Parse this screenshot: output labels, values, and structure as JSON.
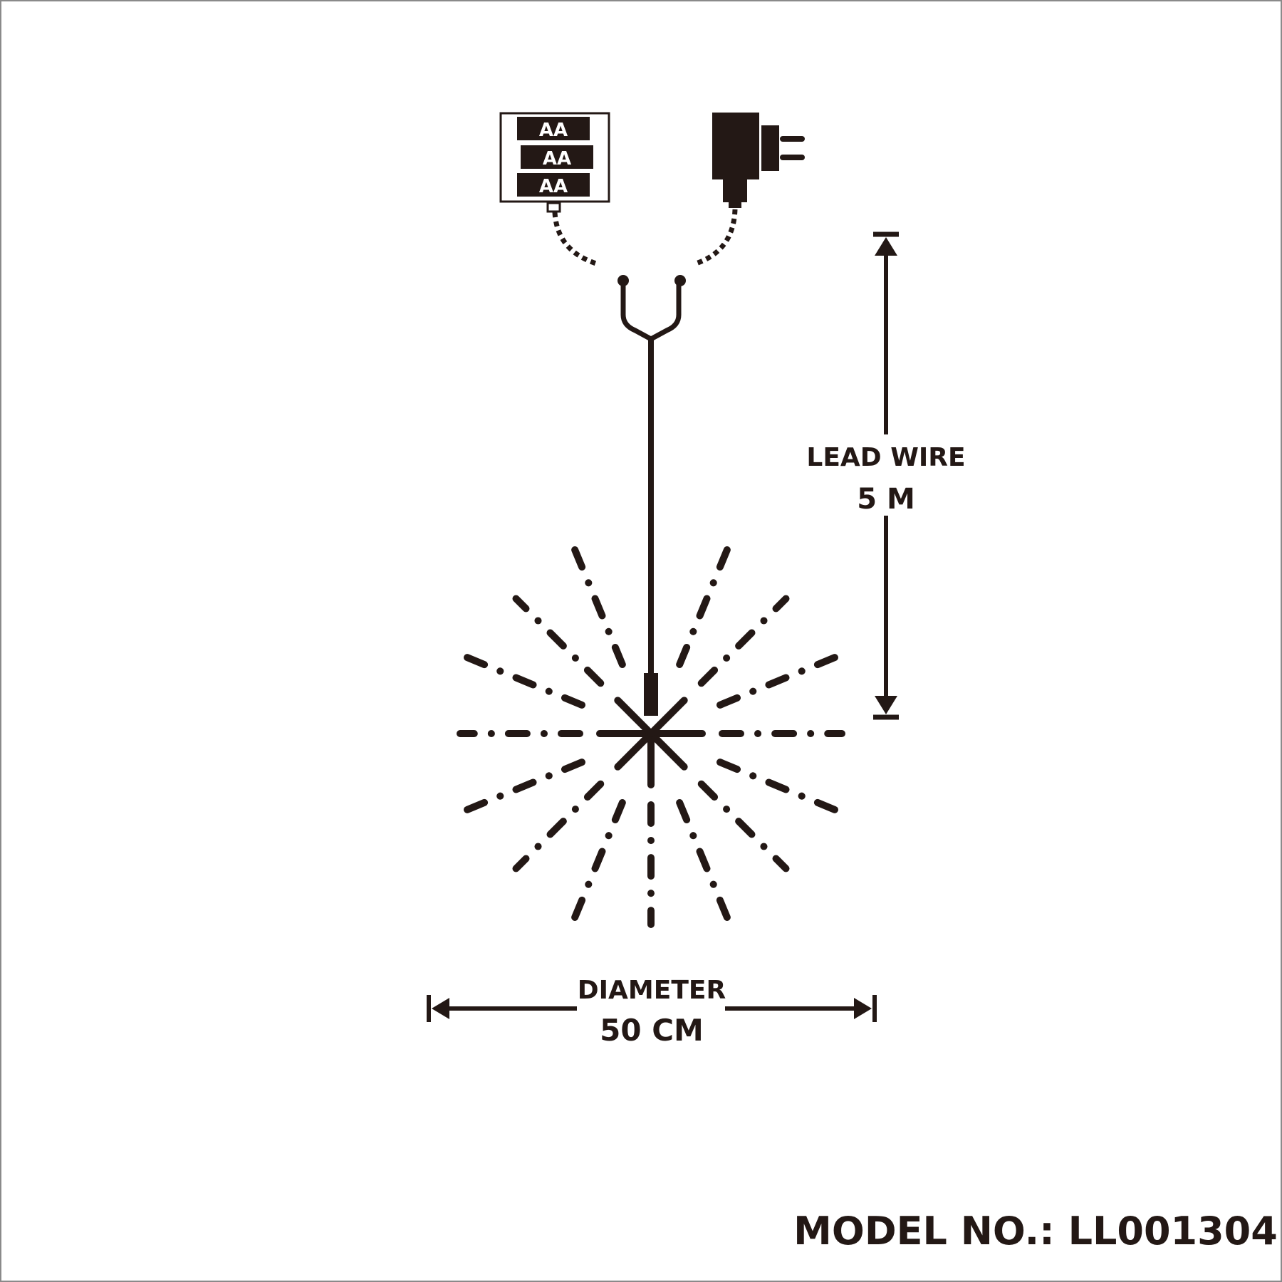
{
  "battery_pack": {
    "cells": [
      "AA",
      "AA",
      "AA"
    ]
  },
  "lead_wire": {
    "label": "LEAD WIRE",
    "value": "5 M"
  },
  "diameter": {
    "label": "DIAMETER",
    "value": "50 CM"
  },
  "model": {
    "text": "MODEL NO.: LL001304"
  },
  "colors": {
    "ink": "#231815",
    "background": "#ffffff"
  }
}
